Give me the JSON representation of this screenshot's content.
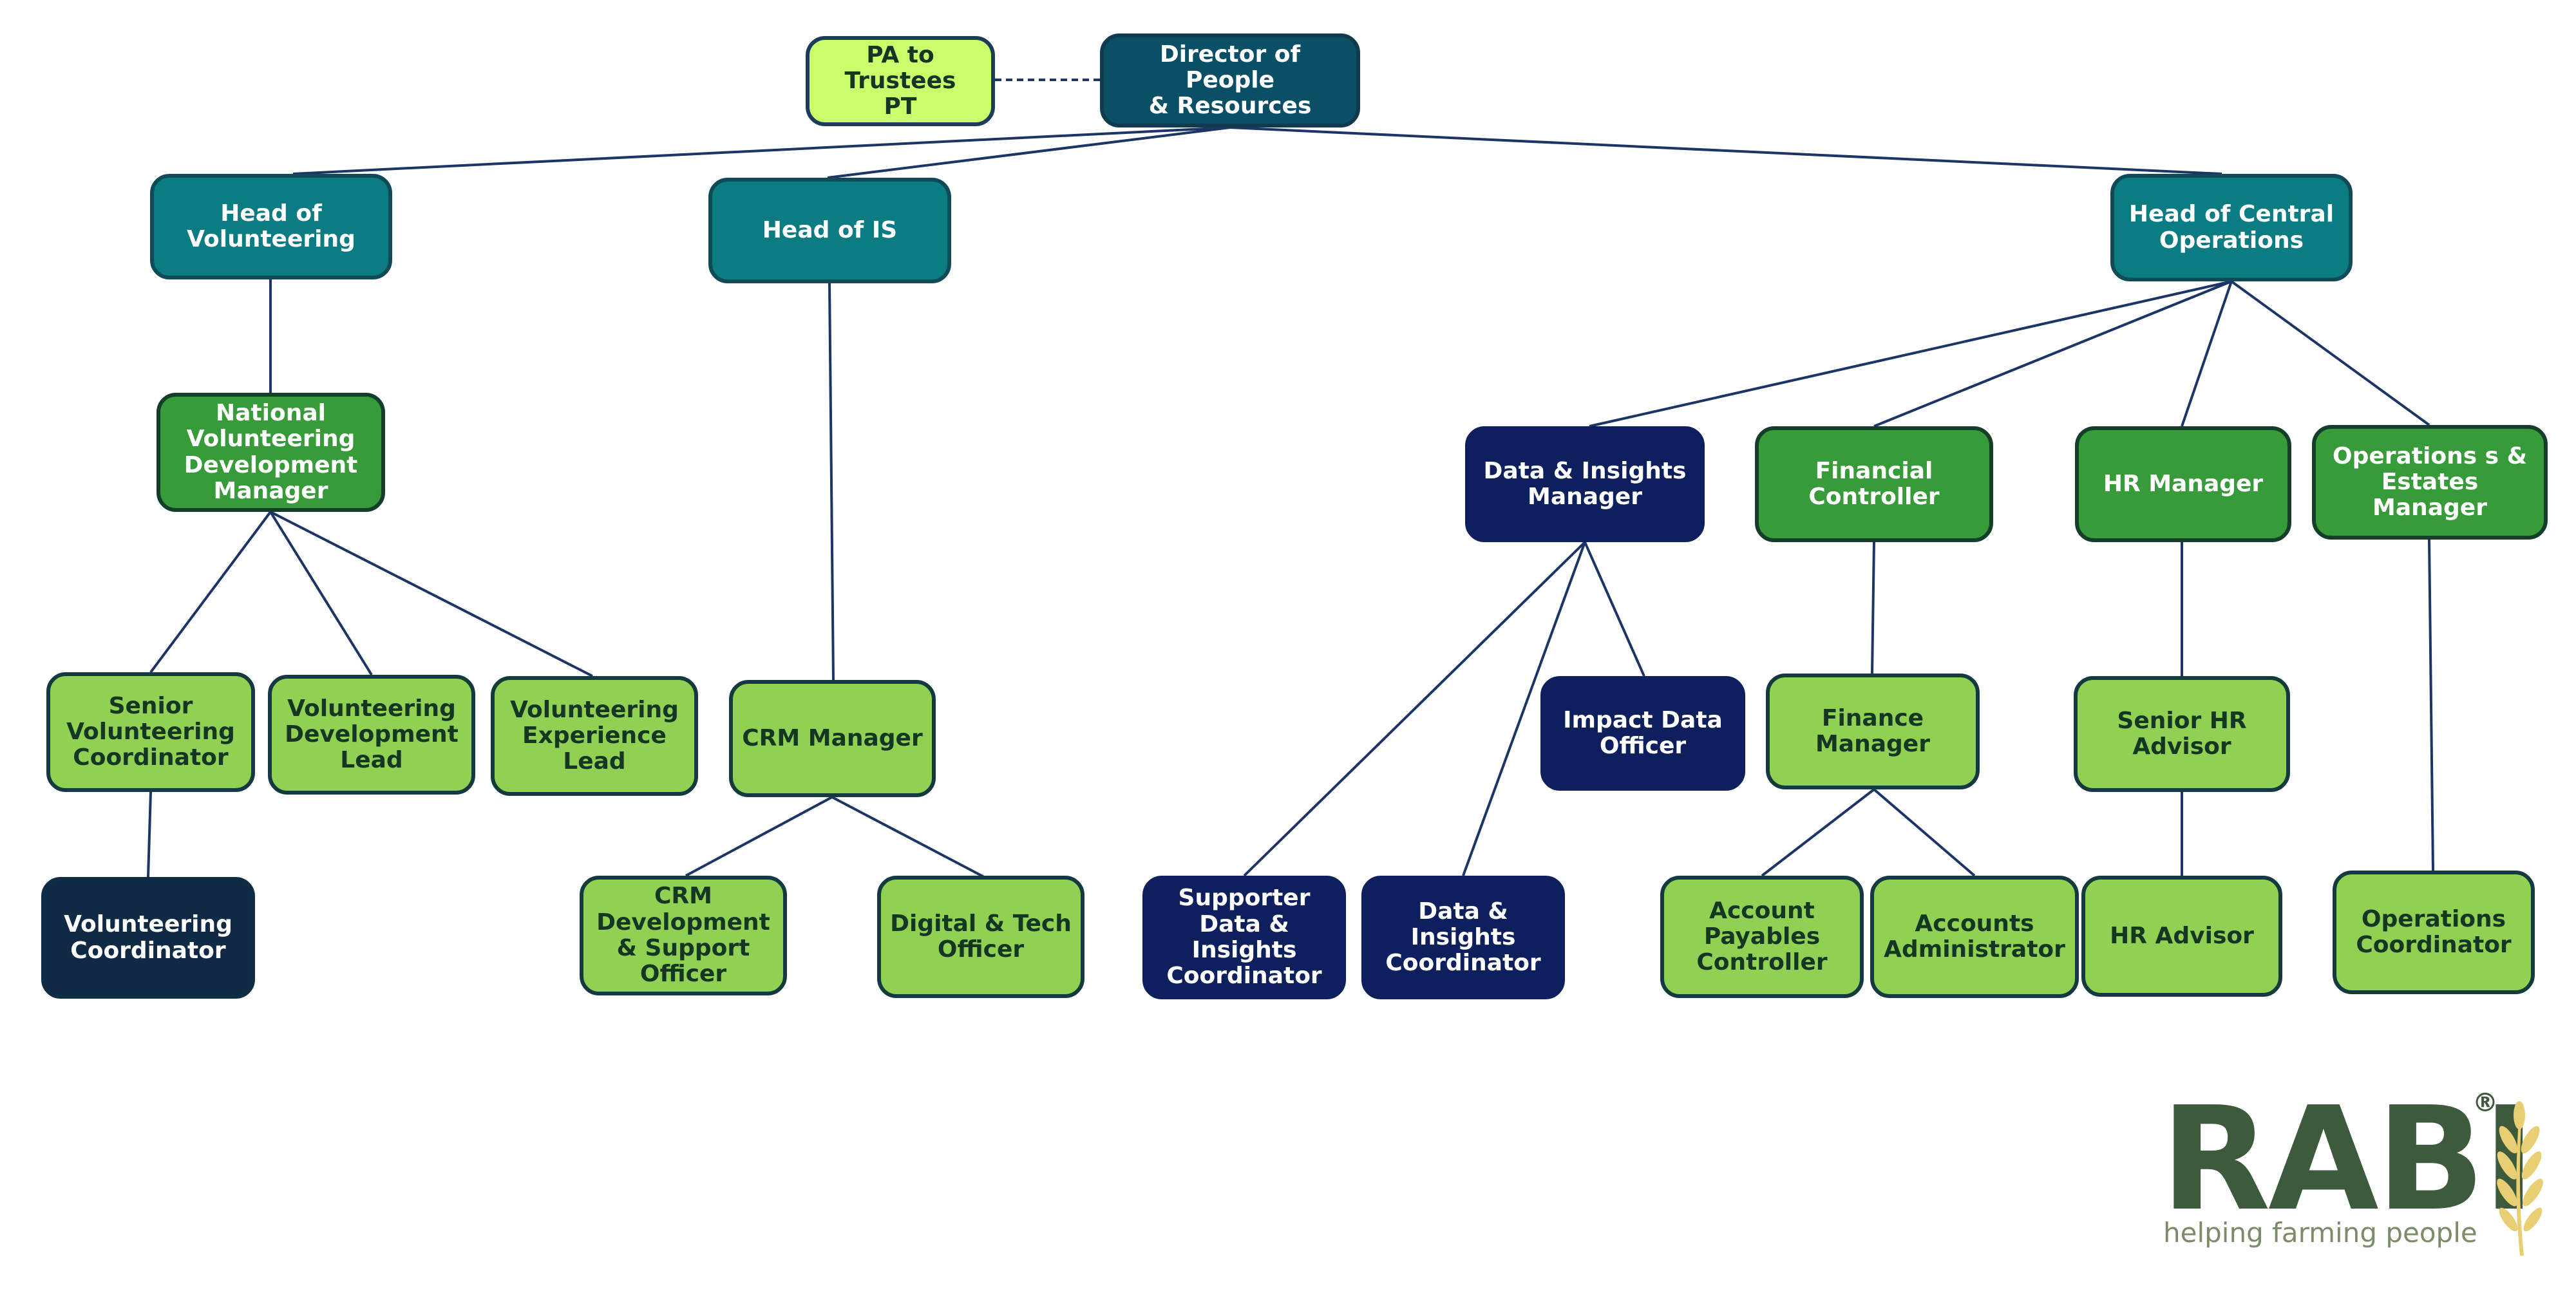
{
  "nodes": {
    "pa": "PA to Trustees\nPT",
    "director": "Director of People\n& Resources",
    "head_volunteering": "Head of\nVolunteering",
    "head_is": "Head of IS",
    "head_central_ops": "Head of Central\nOperations",
    "national_vol_dev_manager": "National\nVolunteering\nDevelopment\nManager",
    "senior_vol_coordinator": "Senior\nVolunteering\nCoordinator",
    "vol_dev_lead": "Volunteering\nDevelopment\nLead",
    "vol_experience_lead": "Volunteering\nExperience\nLead",
    "vol_coordinator": "Volunteering\nCoordinator",
    "crm_manager": "CRM Manager",
    "crm_dev_support": "CRM\nDevelopment\n& Support\nOfficer",
    "digital_tech": "Digital & Tech\nOfficer",
    "data_insights_manager": "Data & Insights\nManager",
    "impact_data_officer": "Impact Data\nOfficer",
    "supporter_data_coordinator": "Supporter\nData &\nInsights\nCoordinator",
    "data_insights_coordinator": "Data &\nInsights\nCoordinator",
    "financial_controller": "Financial\nController",
    "finance_manager": "Finance\nManager",
    "account_payables_controller": "Account\nPayables\nController",
    "accounts_administrator": "Accounts\nAdministrator",
    "hr_manager": "HR Manager",
    "senior_hr_advisor": "Senior HR Advisor",
    "hr_advisor": "HR Advisor",
    "ops_estates_manager": "Operations s &\nEstates Manager",
    "ops_coordinator": "Operations\nCoordinator"
  },
  "logo": {
    "wordmark": "RABI",
    "registered_mark": "®",
    "tagline": "helping farming people",
    "icon": "wheat-icon"
  },
  "colors": {
    "line": "#1c3566",
    "teal_dark": "#0b4f66",
    "teal": "#0a7c82",
    "green": "#379b39",
    "light_green": "#90d153",
    "yellow_green": "#caff6b",
    "navy": "#0e1f5e",
    "logo_green": "#3d5a3d",
    "wheat": "#e9cf74"
  }
}
